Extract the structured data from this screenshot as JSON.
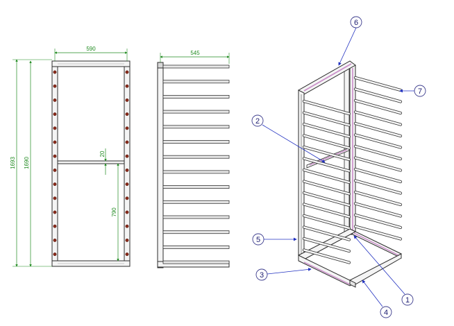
{
  "dimensions": {
    "front_width": "590",
    "side_depth": "545",
    "overall_height_outer": "1693",
    "overall_height_inner": "1690",
    "crossbar_thickness": "20",
    "crossbar_height": "790"
  },
  "balloons": [
    "1",
    "2",
    "3",
    "4",
    "5",
    "6",
    "7"
  ],
  "colors": {
    "line": "#2b2b2b",
    "dimension": "#1f8a1f",
    "accent_pink": "#c98bc8",
    "balloon": "#3a3a8c",
    "arrow": "#2030c0",
    "hole": "#8b2a1a"
  }
}
